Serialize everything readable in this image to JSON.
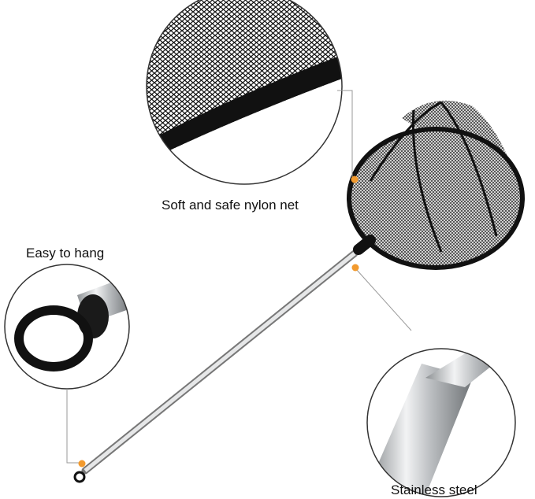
{
  "callouts": {
    "net": "Soft and safe nylon net",
    "hang": "Easy to hang",
    "steel": "Stainless steel"
  },
  "colors": {
    "accent_dot": "#f29a2e",
    "net": "#111111",
    "steel": "#c9ccce",
    "line": "#9a9a9a"
  }
}
